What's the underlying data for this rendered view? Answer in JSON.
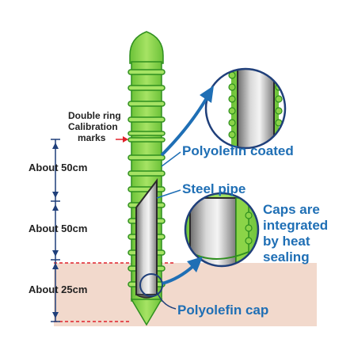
{
  "labels": {
    "calibration_line1": "Double ring",
    "calibration_line2": "Calibration",
    "calibration_line3": "marks",
    "polyolefin_coated": "Polyolefin coated",
    "steel_pipe": "Steel pipe",
    "caps_line1": "Caps are",
    "caps_line2": "integrated",
    "caps_line3": "by heat",
    "caps_line4": "sealing",
    "polyolefin_cap": "Polyolefin cap"
  },
  "dimensions": {
    "first": "About 50cm",
    "second": "About 50cm",
    "third": "About 25cm"
  },
  "colors": {
    "accent_blue": "#1f6fb5",
    "stake_green": "#8bd448",
    "stake_outline": "#2f8f1f",
    "ground": "#f2d9cc",
    "ground_line": "#e0202a"
  }
}
